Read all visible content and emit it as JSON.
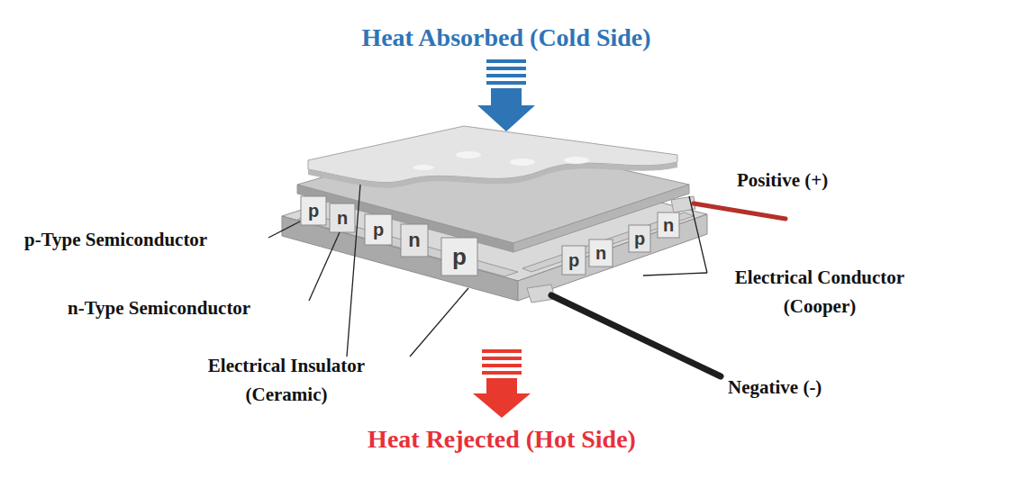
{
  "diagram": {
    "labels": [
      "Heat Absorbed (Cold Side)",
      "Heat Rejected (Hot Side)",
      "Positive (+)",
      "Negative (-)",
      "p-Type Semiconductor",
      "n-Type Semiconductor",
      "Electrical Insulator (Ceramic)",
      "Electrical Conductor (Cooper)",
      "p",
      "n",
      "p",
      "n",
      "p",
      "p",
      "n",
      "p",
      "n"
    ]
  }
}
